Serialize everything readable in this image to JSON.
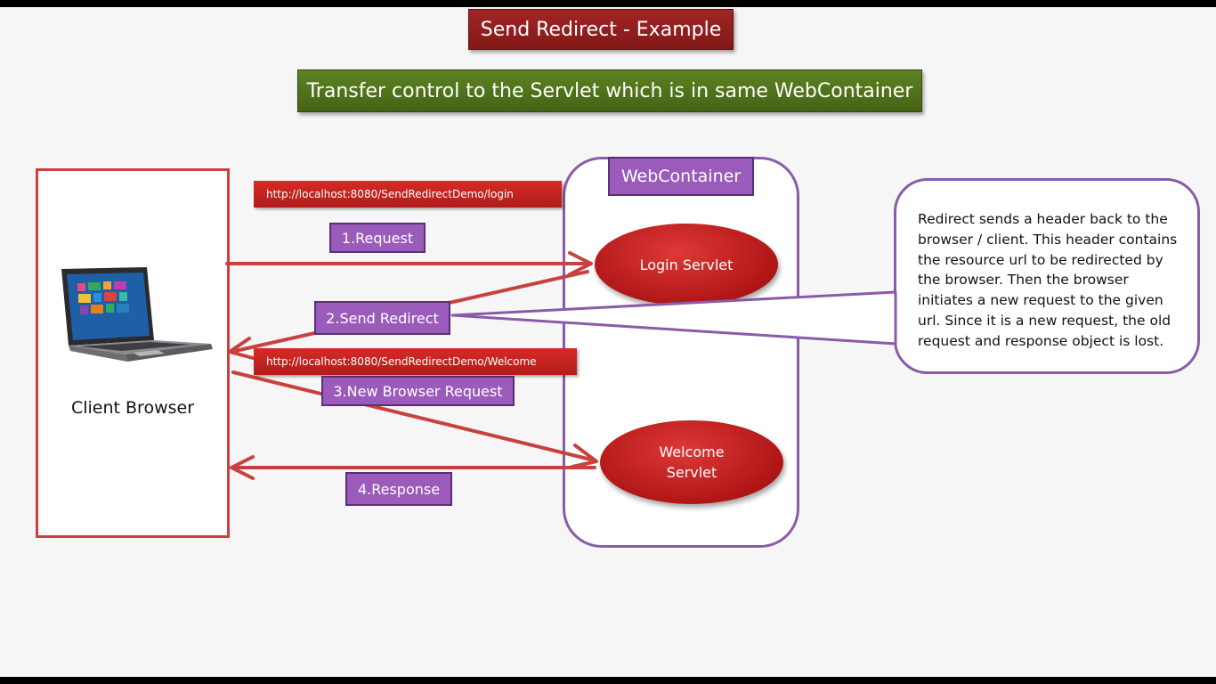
{
  "title": "Send Redirect - Example",
  "subtitle": "Transfer control to the Servlet which is in same WebContainer",
  "client": {
    "label": "Client Browser"
  },
  "container": {
    "label": "WebContainer"
  },
  "servlets": {
    "login": "Login Servlet",
    "welcome": "Welcome Servlet"
  },
  "urls": {
    "login": "http://localhost:8080/SendRedirectDemo/login",
    "welcome": "http://localhost:8080/SendRedirectDemo/Welcome"
  },
  "steps": {
    "request": "1.Request",
    "send_redirect": "2.Send Redirect",
    "new_request": "3.New Browser Request",
    "response": "4.Response"
  },
  "note": "Redirect sends a header back to the browser / client. This header contains the resource url to be redirected by the browser. Then the browser initiates a new request to the given url. Since it is a new request, the old request and response object is lost.",
  "colors": {
    "arrow": "#c9413f",
    "purple": "#9a5bbb",
    "title_bg": "#952121",
    "subtitle_bg": "#4f7119"
  }
}
